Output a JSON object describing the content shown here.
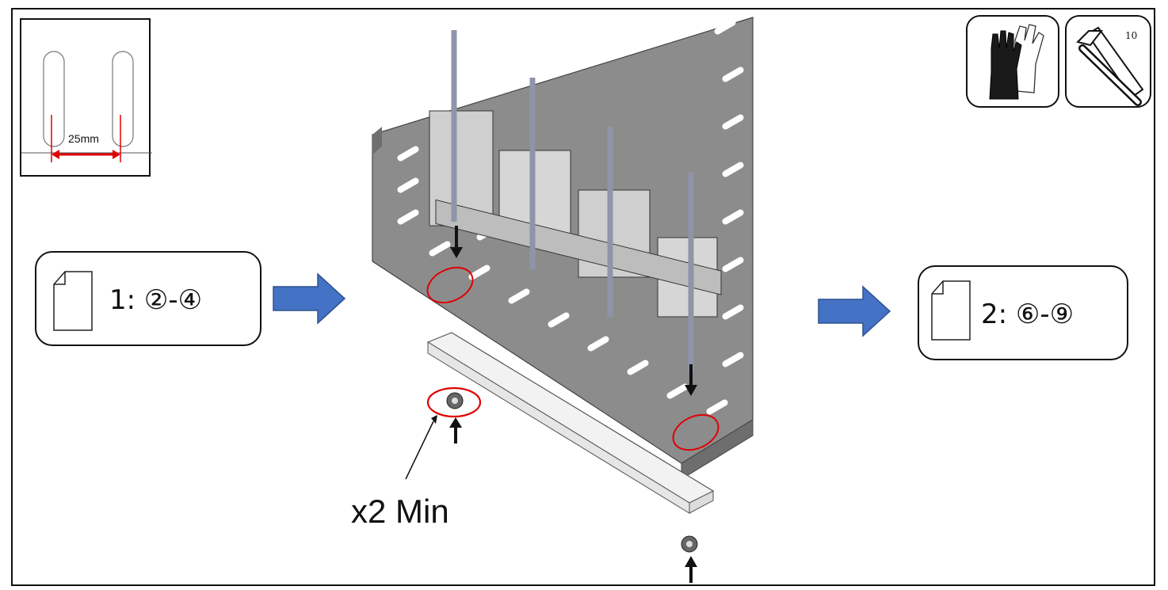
{
  "detail": {
    "dimension_label": "25mm"
  },
  "ref_left": {
    "text": "1: ②-④"
  },
  "ref_right": {
    "text": "2: ⑥-⑨"
  },
  "callout": {
    "text": "x2 Min"
  },
  "tools": {
    "wrench_size": "10"
  },
  "colors": {
    "arrow_blue": "#4472C4",
    "highlight_red": "#E00000",
    "tray_gray": "#8a8a8a"
  },
  "icons": [
    "document-icon",
    "document-icon",
    "gloves-icon",
    "hex-key-icon",
    "arrow-right-icon"
  ]
}
